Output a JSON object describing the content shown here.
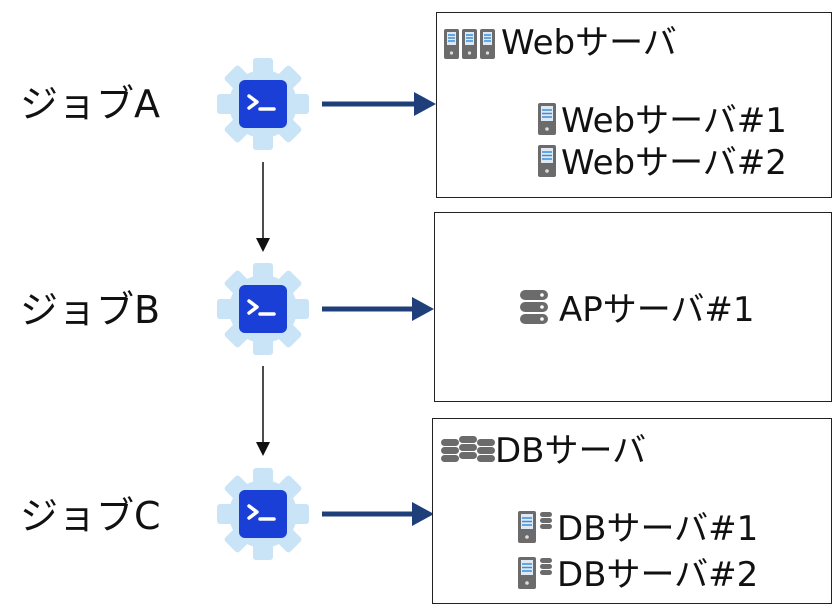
{
  "jobs": [
    {
      "label": "ジョブA"
    },
    {
      "label": "ジョブB"
    },
    {
      "label": "ジョブC"
    }
  ],
  "groups": [
    {
      "title": "Webサーバ",
      "title_icon": "server-group-icon",
      "servers": [
        {
          "label": "Webサーバ#1",
          "icon": "server-icon"
        },
        {
          "label": "Webサーバ#2",
          "icon": "server-icon"
        }
      ]
    },
    {
      "title": "",
      "servers": [
        {
          "label": "APサーバ#1",
          "icon": "database-icon"
        }
      ]
    },
    {
      "title": "DBサーバ",
      "title_icon": "database-group-icon",
      "servers": [
        {
          "label": "DBサーバ#1",
          "icon": "db-server-icon"
        },
        {
          "label": "DBサーバ#2",
          "icon": "db-server-icon"
        }
      ]
    }
  ],
  "colors": {
    "gear": "#c9e3f7",
    "terminal": "#1a3fd6",
    "arrow": "#1f3f7a",
    "flow_arrow": "#111111",
    "icon_gray": "#6b6b6b",
    "icon_blue": "#3a8fd9"
  }
}
